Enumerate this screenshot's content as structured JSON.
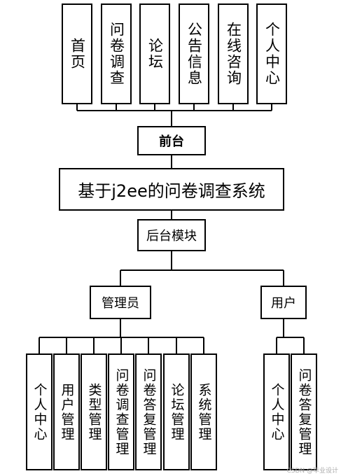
{
  "front": {
    "modules": [
      "首页",
      "问卷调查",
      "论坛",
      "公告信息",
      "在线咨询",
      "个人中心"
    ],
    "label": "前台"
  },
  "system": {
    "title": "基于j2ee的问卷调查系统"
  },
  "backend": {
    "label": "后台模块"
  },
  "admin": {
    "label": "管理员",
    "modules": [
      "个人中心",
      "用户管理",
      "类型管理",
      "问卷调查管理",
      "问卷答复管理",
      "论坛管理",
      "系统管理"
    ]
  },
  "user": {
    "label": "用户",
    "modules": [
      "个人中心",
      "问卷答复管理"
    ]
  },
  "watermark": "CSDN @毕业设计"
}
